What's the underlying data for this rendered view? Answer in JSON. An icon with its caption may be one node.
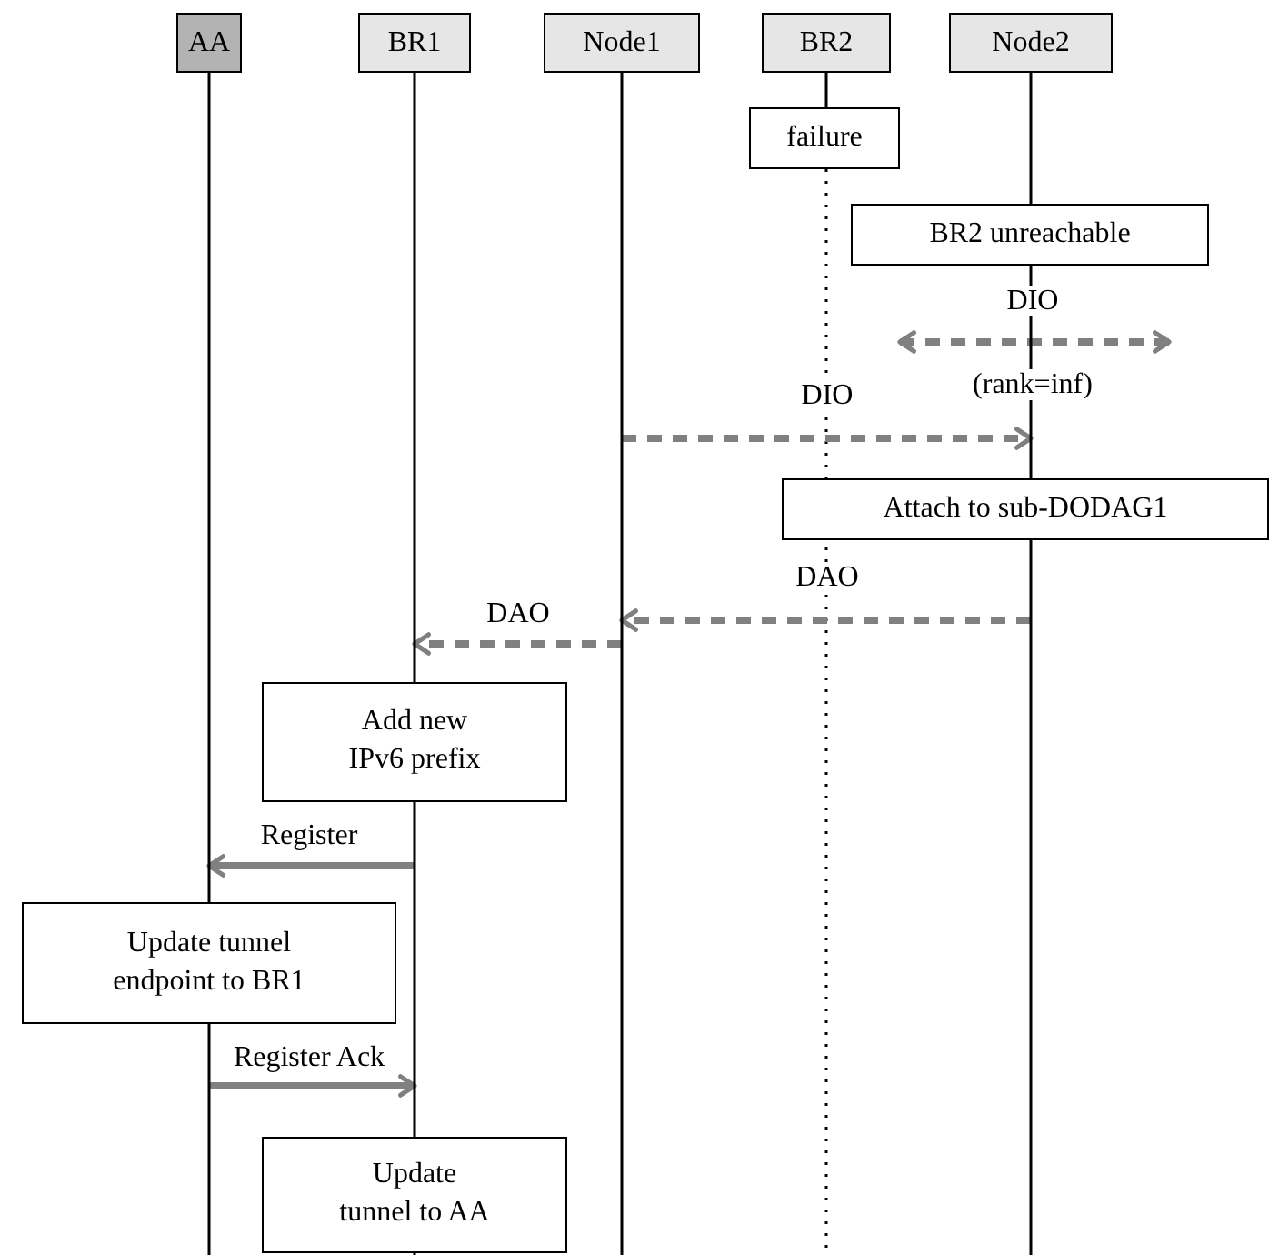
{
  "diagram": {
    "nodes": [
      {
        "text": [
          "AA"
        ]
      },
      {
        "text": [
          "BR1"
        ]
      },
      {
        "text": [
          "Node1"
        ]
      },
      {
        "text": [
          "BR2"
        ]
      },
      {
        "text": [
          "Node2"
        ]
      },
      {
        "text": [
          "failure"
        ]
      },
      {
        "text": [
          "BR2 unreachable"
        ]
      },
      {
        "text": [
          "Attach to sub-DODAG1"
        ]
      },
      {
        "text": [
          "Add new IPv6 prefix"
        ]
      },
      {
        "text": [
          "Update tunnel endpoint to BR1"
        ]
      },
      {
        "text": [
          "Update tunnel to AA"
        ]
      }
    ],
    "edges": [
      {
        "from": 4,
        "to": null,
        "arrow": "both",
        "label": "DIO",
        "style": "dashed"
      },
      {
        "from": 2,
        "to": 4,
        "arrow": "to",
        "label": "DIO",
        "style": "dashed"
      },
      {
        "from": 4,
        "to": 2,
        "arrow": "to",
        "label": "DAO",
        "style": "dashed"
      },
      {
        "from": 2,
        "to": 1,
        "arrow": "to",
        "label": "DAO",
        "style": "dashed"
      },
      {
        "from": 1,
        "to": 0,
        "arrow": "to",
        "label": "Register"
      },
      {
        "from": 0,
        "to": 1,
        "arrow": "to",
        "label": "Register Ack"
      }
    ],
    "labels": [
      "(rank=inf)"
    ]
  }
}
